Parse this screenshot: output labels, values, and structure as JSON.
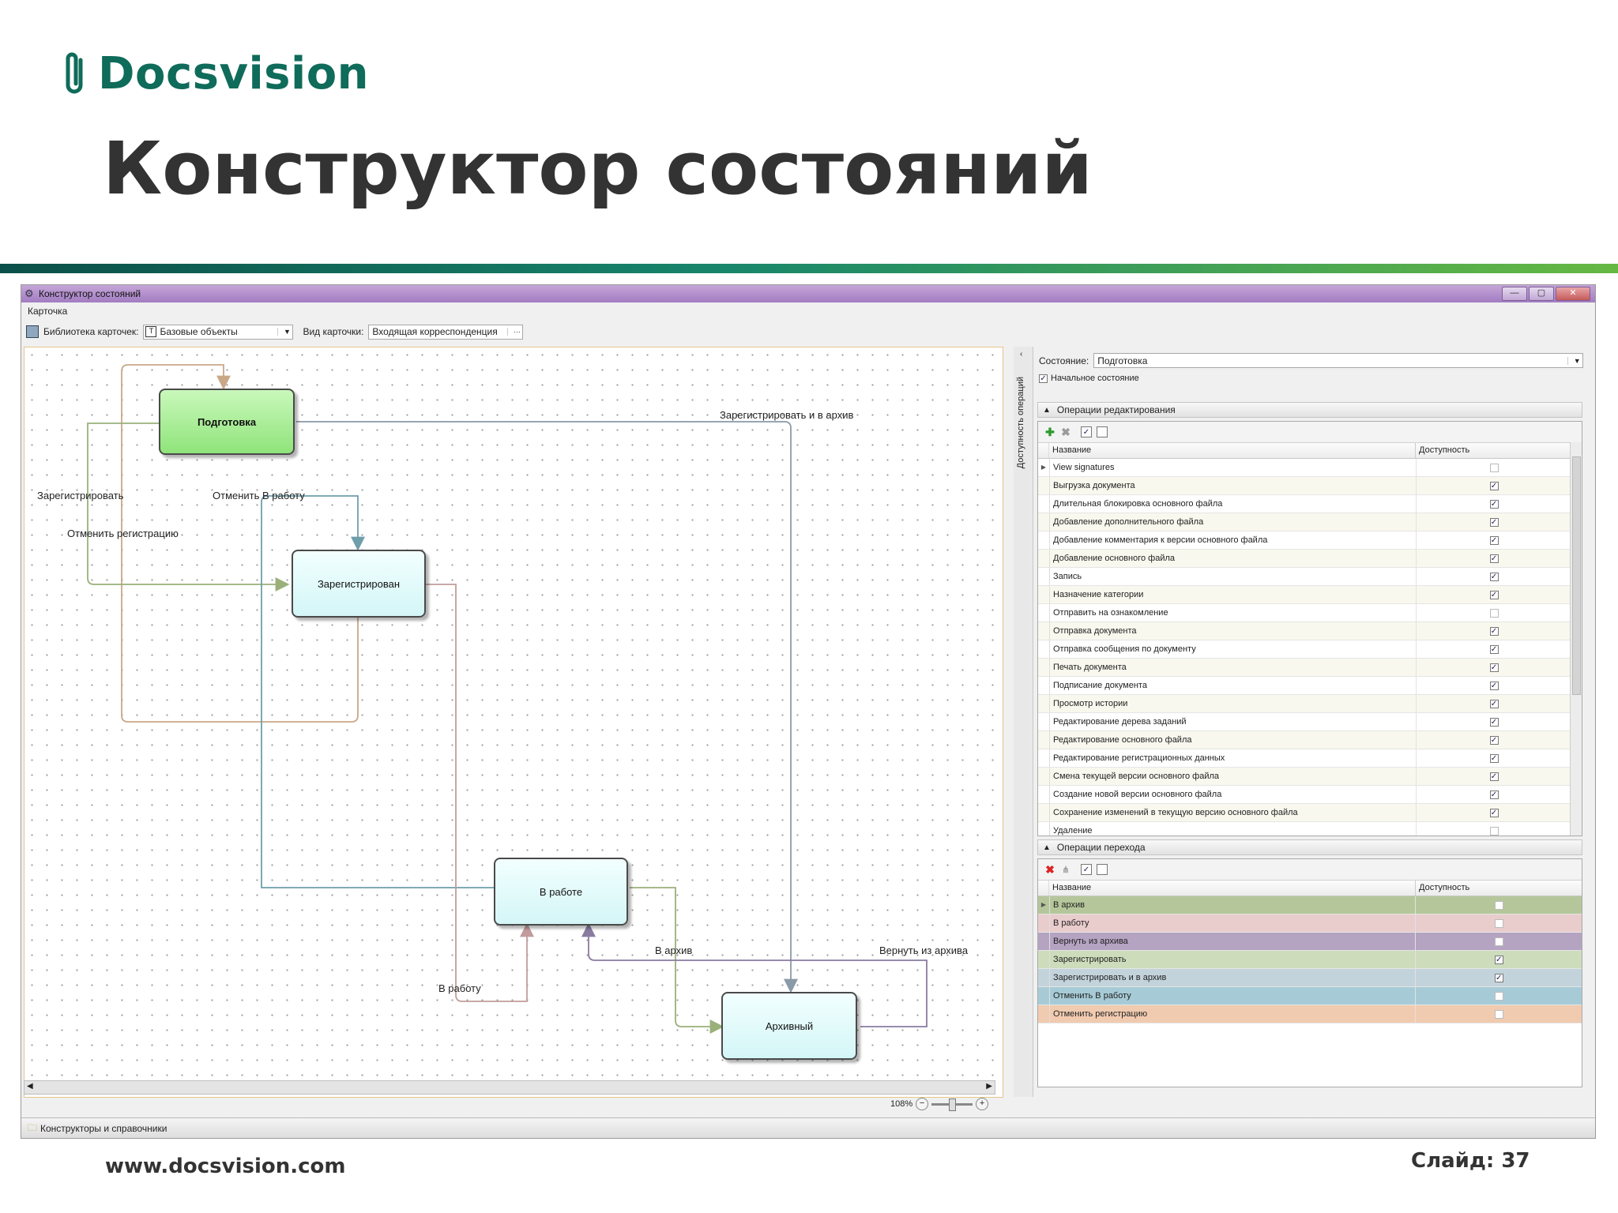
{
  "header": {
    "brand": "Docsvision",
    "brand_color": "#0f6b5a",
    "slide_title": "Конструктор состояний",
    "stripe_colors": [
      "#0b4f49",
      "#18866b",
      "#66b843"
    ]
  },
  "footer": {
    "url": "www.docsvision.com",
    "slide_number": "Слайд: 37"
  },
  "window": {
    "title": "Конструктор состояний",
    "controls": {
      "minimize": "—",
      "restore": "▢",
      "close": "✕"
    },
    "menu": "Карточка",
    "toolbar": {
      "library_label": "Библиотека карточек:",
      "library_value": "Базовые объекты",
      "kind_label": "Вид карточки:",
      "kind_value": "Входящая корреспонденция",
      "kind_button": "···"
    },
    "zoom": "108%",
    "statusbar": "Конструкторы и справочники"
  },
  "diagram": {
    "nodes": {
      "podgotovka": "Подготовка",
      "zaregistrirovan": "Зарегистрирован",
      "v_rabote": "В работе",
      "arhivny": "Архивный"
    },
    "labels": {
      "reg_archive": "Зарегистрировать и в архив",
      "register": "Зарегистрировать",
      "cancel_work": "Отменить В работу",
      "cancel_reg": "Отменить регистрацию",
      "to_archive": "В архив",
      "return_archive": "Вернуть из архива",
      "to_work": "В работу"
    },
    "node_colors": {
      "initial": "#aef09b",
      "regular": "#e2fbfb"
    }
  },
  "side_tab": "Доступность операций",
  "state_panel": {
    "state_label": "Состояние:",
    "state_value": "Подготовка",
    "initial_checkbox": "Начальное состояние",
    "initial_checked": true
  },
  "edit_operations": {
    "section_title": "Операции редактирования",
    "columns": [
      "Название",
      "Доступность"
    ],
    "rows": [
      {
        "name": "View signatures",
        "available": false,
        "selected": true
      },
      {
        "name": "Выгрузка документа",
        "available": true
      },
      {
        "name": "Длительная блокировка основного файла",
        "available": true
      },
      {
        "name": "Добавление дополнительного файла",
        "available": true
      },
      {
        "name": "Добавление комментария к версии основного файла",
        "available": true
      },
      {
        "name": "Добавление основного файла",
        "available": true
      },
      {
        "name": "Запись",
        "available": true
      },
      {
        "name": "Назначение категории",
        "available": true
      },
      {
        "name": "Отправить на ознакомление",
        "available": false
      },
      {
        "name": "Отправка документа",
        "available": true
      },
      {
        "name": "Отправка сообщения по документу",
        "available": true
      },
      {
        "name": "Печать документа",
        "available": true
      },
      {
        "name": "Подписание документа",
        "available": true
      },
      {
        "name": "Просмотр истории",
        "available": true
      },
      {
        "name": "Редактирование дерева заданий",
        "available": true
      },
      {
        "name": "Редактирование основного файла",
        "available": true
      },
      {
        "name": "Редактирование регистрационных данных",
        "available": true
      },
      {
        "name": "Смена текущей версии основного файла",
        "available": true
      },
      {
        "name": "Создание новой версии основного файла",
        "available": true
      },
      {
        "name": "Сохранение изменений в текущую версию основного файла",
        "available": true
      },
      {
        "name": "Удаление",
        "available": false
      }
    ]
  },
  "transition_operations": {
    "section_title": "Операции перехода",
    "columns": [
      "Название",
      "Доступность"
    ],
    "rows": [
      {
        "name": "В архив",
        "available": false,
        "color": "#b5c79a",
        "selected": true
      },
      {
        "name": "В работу",
        "available": false,
        "color": "#e9cccc"
      },
      {
        "name": "Вернуть из архива",
        "available": false,
        "color": "#b5a3c2"
      },
      {
        "name": "Зарегистрировать",
        "available": true,
        "color": "#cddcbb"
      },
      {
        "name": "Зарегистрировать и в архив",
        "available": true,
        "color": "#c3d3db"
      },
      {
        "name": "Отменить В работу",
        "available": false,
        "color": "#a7cbd6"
      },
      {
        "name": "Отменить регистрацию",
        "available": false,
        "color": "#f1cbb0"
      }
    ]
  },
  "icons": [
    "docsvision-clip-icon",
    "window-gear-icon",
    "save-icon",
    "library-icon",
    "add-icon",
    "delete-icon",
    "check-all-icon",
    "uncheck-all-icon",
    "zoom-in-icon",
    "zoom-out-icon",
    "folder-icon"
  ]
}
